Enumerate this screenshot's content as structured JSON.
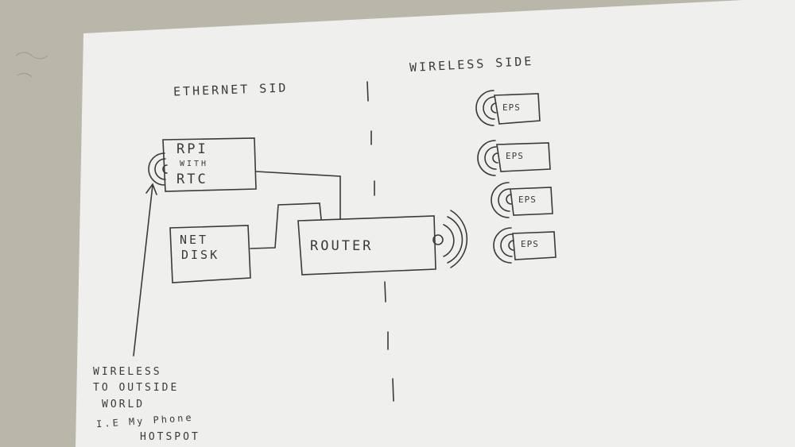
{
  "labels": {
    "ethernet_side": "ETHERNET SID",
    "wireless_side": "WIRELESS SIDE",
    "rpi_line1": "RPI",
    "rpi_line2": "WITH",
    "rpi_line3": "RTC",
    "net_disk_line1": "NET",
    "net_disk_line2": "DISK",
    "router": "ROUTER",
    "eps": "EPS",
    "note_line1": "WIRELESS",
    "note_line2": "TO OUTSIDE",
    "note_line3": "WORLD",
    "note_line4": "I.E My Phone",
    "note_line5": "HOTSPOT"
  },
  "colors": {
    "paper": "#efefed",
    "desk": "#b9b7a9",
    "ink": "#3a3a3a"
  }
}
